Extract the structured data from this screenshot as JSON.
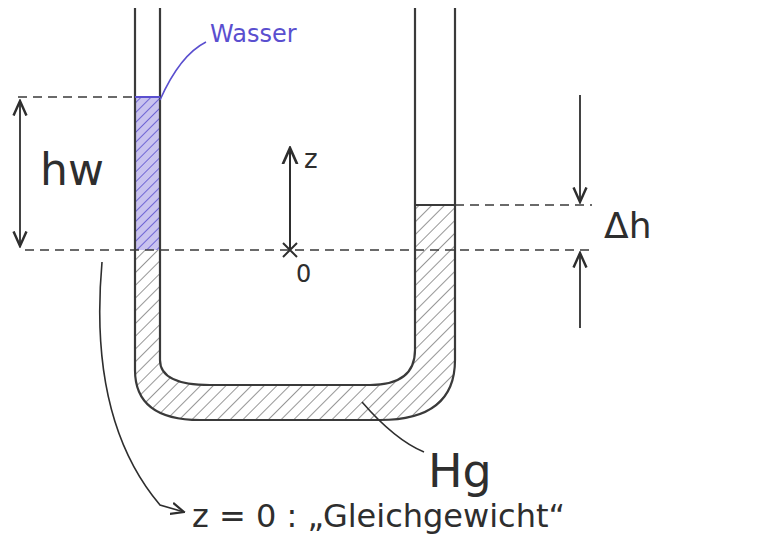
{
  "diagram": {
    "labels": [
      "Wasser",
      "hw",
      "z",
      "0",
      "Δh",
      "Hg",
      "z = 0 : „Gleichgewicht“"
    ]
  }
}
